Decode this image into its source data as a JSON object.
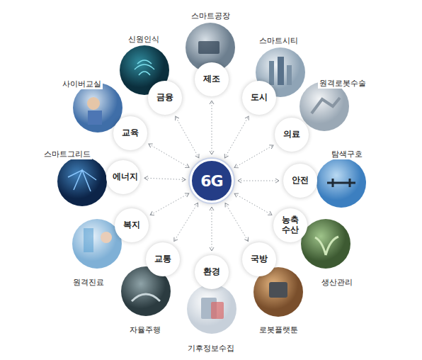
{
  "diagram": {
    "nodes": [
      {
        "text": [
          "6G"
        ]
      },
      {
        "text": [
          "제조"
        ]
      },
      {
        "text": [
          "도시"
        ]
      },
      {
        "text": [
          "의료"
        ]
      },
      {
        "text": [
          "안전"
        ]
      },
      {
        "text": [
          "농축 수산"
        ]
      },
      {
        "text": [
          "국방"
        ]
      },
      {
        "text": [
          "환경"
        ]
      },
      {
        "text": [
          "교통"
        ]
      },
      {
        "text": [
          "복지"
        ]
      },
      {
        "text": [
          "에너지"
        ]
      },
      {
        "text": [
          "교육"
        ]
      },
      {
        "text": [
          "금융"
        ]
      }
    ],
    "edges": [
      {
        "from": 0,
        "to": 1,
        "arrow": "both"
      },
      {
        "from": 0,
        "to": 2,
        "arrow": "both"
      },
      {
        "from": 0,
        "to": 3,
        "arrow": "both"
      },
      {
        "from": 0,
        "to": 4,
        "arrow": "both"
      },
      {
        "from": 0,
        "to": 5,
        "arrow": "both"
      },
      {
        "from": 0,
        "to": 6,
        "arrow": "both"
      },
      {
        "from": 0,
        "to": 7,
        "arrow": "both"
      },
      {
        "from": 0,
        "to": 8,
        "arrow": "both"
      },
      {
        "from": 0,
        "to": 9,
        "arrow": "both"
      },
      {
        "from": 0,
        "to": 10,
        "arrow": "both"
      },
      {
        "from": 0,
        "to": 11,
        "arrow": "both"
      },
      {
        "from": 0,
        "to": 12,
        "arrow": "both"
      }
    ],
    "labels": [
      "스마트공장",
      "스마트시티",
      "원격로봇수술",
      "탐색구호",
      "생산관리",
      "로봇플랫툰",
      "기후정보수집",
      "자율주행",
      "원격진료",
      "스마트그리드",
      "사이버교실",
      "신원인식"
    ]
  }
}
